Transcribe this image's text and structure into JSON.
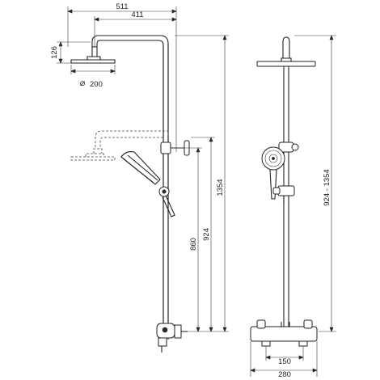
{
  "drawing": {
    "side_view": {
      "dim_width_total": "511",
      "dim_arm_length": "411",
      "dim_head_height": "126",
      "dim_head_diameter": "200",
      "dim_total_height": "1354",
      "dim_min_height": "924",
      "dim_outlet_height": "860"
    },
    "front_view": {
      "dim_height_range": "924 - 1354",
      "dim_inlet_spacing": "150",
      "dim_mixer_width": "280"
    },
    "symbols": {
      "diameter_sign": "⌀"
    }
  }
}
